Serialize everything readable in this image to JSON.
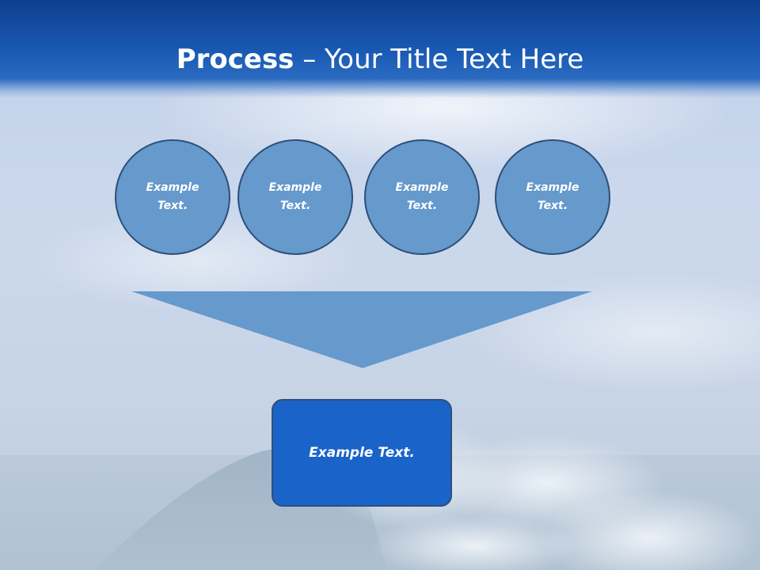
{
  "slide": {
    "title_bold": "Process",
    "title_rest": " – Your Title Text Here"
  },
  "steps": [
    {
      "line1": "Example",
      "line2": "Text."
    },
    {
      "line1": "Example",
      "line2": "Text."
    },
    {
      "line1": "Example",
      "line2": "Text."
    },
    {
      "line1": "Example",
      "line2": "Text."
    }
  ],
  "result": {
    "label": "Example Text."
  },
  "colors": {
    "title_band": "#1a5bb5",
    "circle_fill": "#6699cc",
    "outline": "#2e4f78",
    "funnel_fill": "#6699cc",
    "result_fill": "#1a63c9",
    "text": "#ffffff"
  }
}
